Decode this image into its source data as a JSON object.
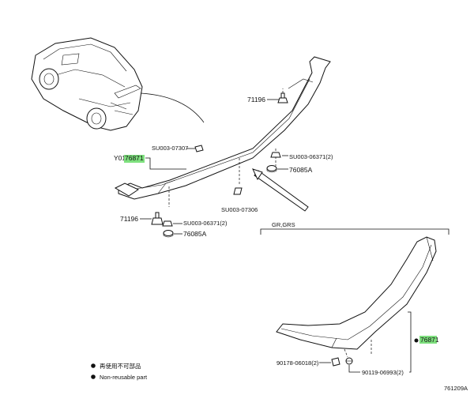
{
  "labels": {
    "stud_top": "71196",
    "clip_top": "SU003-07307",
    "nut_top_right": "SU003-06371(2)",
    "cushion_right": "76085A",
    "spoiler_prefix": "Y01",
    "spoiler_code": "76871",
    "clip_mid": "SU003-07306",
    "stud_left": "71196",
    "nut_left": "SU003-06371(2)",
    "cushion_left": "76085A",
    "grade": "GR,GRS",
    "spoiler_gr_code": "76871",
    "bolt_a": "90178-06018(2)",
    "bolt_b": "90119-06993(2)",
    "drawing_number": "761209A"
  },
  "legend": {
    "reuse_cn": "再使用不可部品",
    "reuse_en": "Non-reusable part"
  },
  "colors": {
    "highlight": "#7ee07e",
    "ink": "#111111"
  }
}
